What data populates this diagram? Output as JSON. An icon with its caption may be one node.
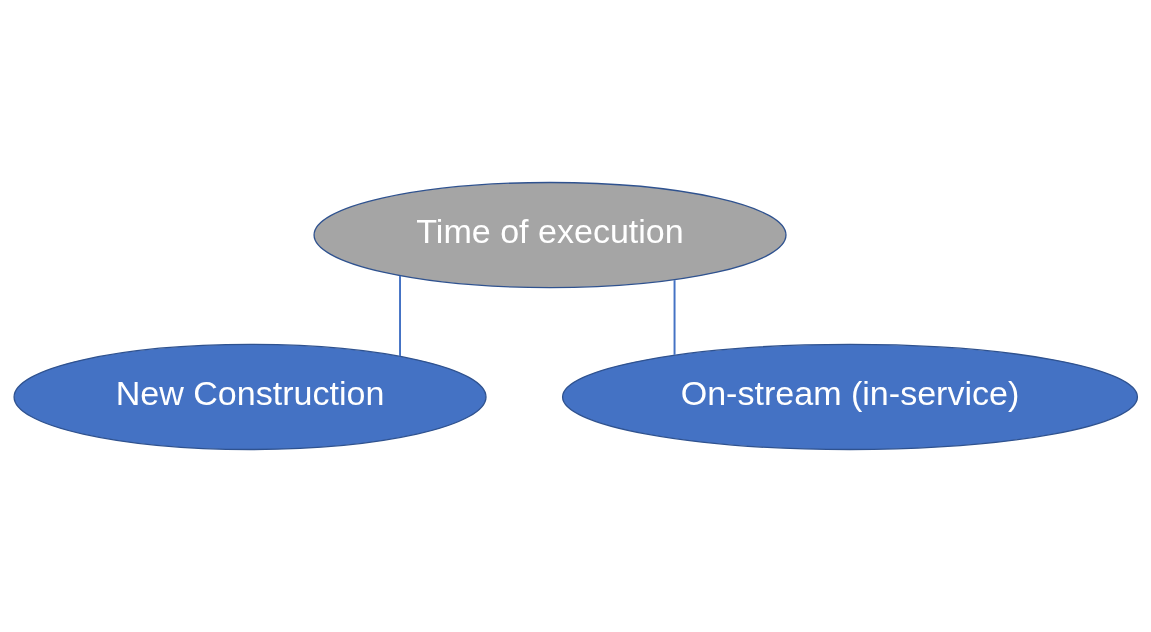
{
  "diagram": {
    "nodes": [
      {
        "text": [
          "Time of execution"
        ]
      },
      {
        "text": [
          "New Construction"
        ]
      },
      {
        "text": [
          "On-stream (in-service)"
        ]
      }
    ],
    "edges": [
      {
        "from": 0,
        "to": 1,
        "arrow": "none"
      },
      {
        "from": 0,
        "to": 2,
        "arrow": "none"
      }
    ]
  }
}
